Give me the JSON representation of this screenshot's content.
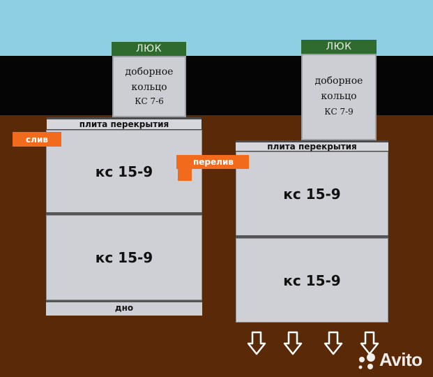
{
  "left_well": {
    "hatch_label": "ЛЮК",
    "ring_line1": "доборное",
    "ring_line2": "кольцо",
    "ring_code": "КС 7-6",
    "slab_label": "плита перекрытия",
    "ring_top": "кс 15-9",
    "ring_bottom": "кс 15-9",
    "bottom_label": "дно"
  },
  "right_well": {
    "hatch_label": "ЛЮК",
    "ring_line1": "доборное",
    "ring_line2": "кольцо",
    "ring_code": "КС 7-9",
    "slab_label": "плита перекрытия",
    "ring_top": "кс 15-9",
    "ring_bottom": "кс 15-9"
  },
  "tags": {
    "drain": "слив",
    "overflow": "перелив"
  },
  "arrows": {
    "count": 4,
    "direction": "down"
  },
  "watermark": {
    "text": "Avito"
  },
  "colors": {
    "sky": "#8ecfe3",
    "ground_dark": "#050505",
    "soil": "#5a2a08",
    "concrete": "#cfd0d5",
    "hatch_label_bg": "#2f6b2f",
    "tag": "#f26a1c"
  }
}
